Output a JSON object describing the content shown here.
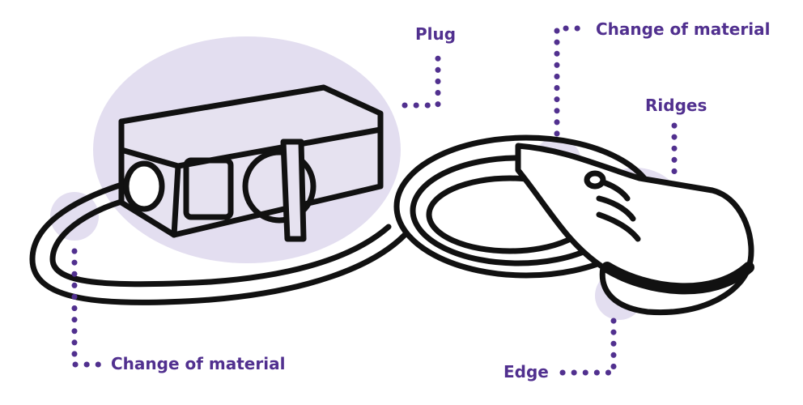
{
  "labels": {
    "plug": "Plug",
    "change_top": "Change of material",
    "ridges": "Ridges",
    "change_bottom": "Change of material",
    "edge": "Edge"
  },
  "colors": {
    "accent": "#51308f",
    "highlight": "#e3def0",
    "body": "#e6e2f0",
    "stroke": "#111111"
  }
}
